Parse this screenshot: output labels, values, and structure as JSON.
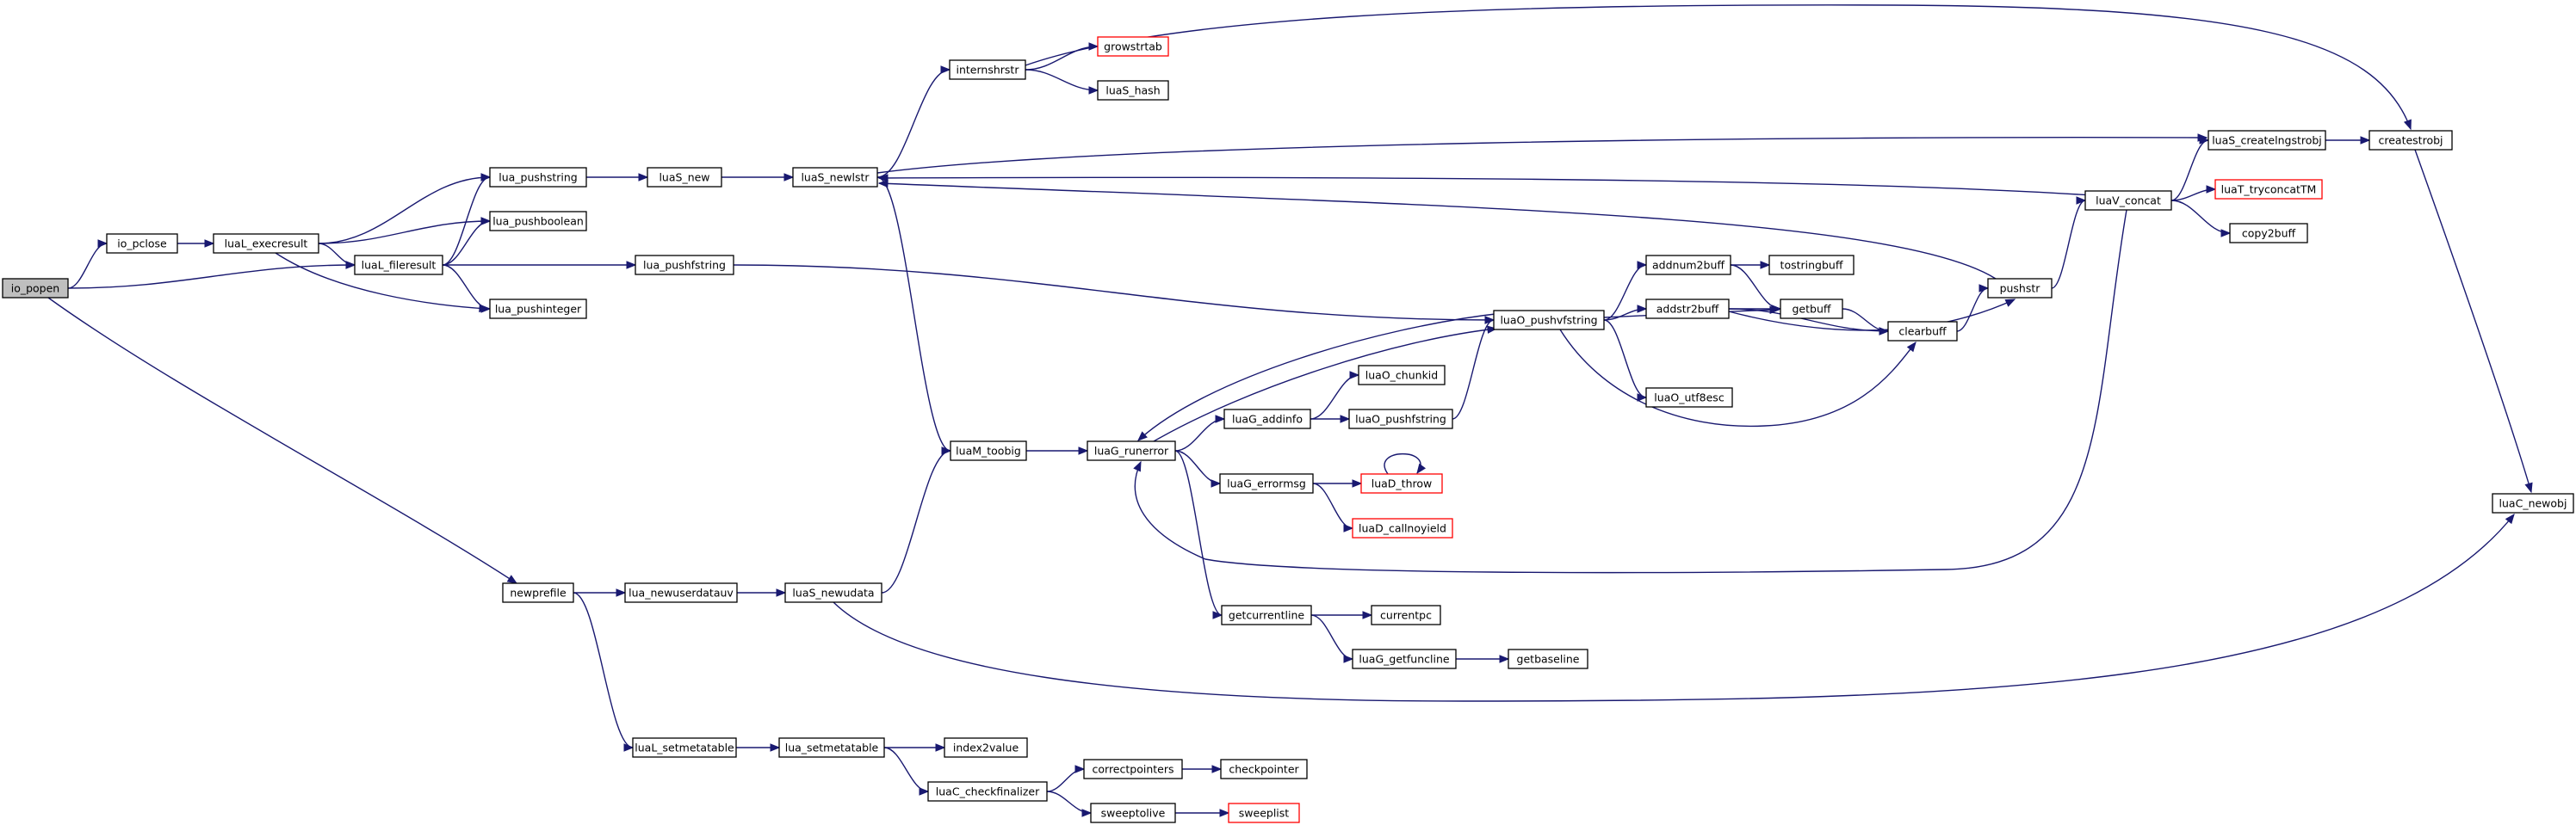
{
  "graph": {
    "colors": {
      "edge": "#191970",
      "box_border": "#000000",
      "truncated_border": "#ff0000",
      "root_fill": "#bfbfbf"
    },
    "nodes": [
      {
        "id": "io_popen",
        "label": "io_popen",
        "root": true
      },
      {
        "id": "io_pclose",
        "label": "io_pclose"
      },
      {
        "id": "luaL_execresult",
        "label": "luaL_execresult"
      },
      {
        "id": "luaL_fileresult",
        "label": "luaL_fileresult"
      },
      {
        "id": "lua_pushstring",
        "label": "lua_pushstring"
      },
      {
        "id": "lua_pushboolean",
        "label": "lua_pushboolean"
      },
      {
        "id": "lua_pushinteger",
        "label": "lua_pushinteger"
      },
      {
        "id": "lua_pushfstring",
        "label": "lua_pushfstring"
      },
      {
        "id": "luaS_new",
        "label": "luaS_new"
      },
      {
        "id": "luaS_newlstr",
        "label": "luaS_newlstr"
      },
      {
        "id": "internshrstr",
        "label": "internshrstr"
      },
      {
        "id": "growstrtab",
        "label": "growstrtab",
        "truncated": true
      },
      {
        "id": "luaS_hash",
        "label": "luaS_hash"
      },
      {
        "id": "luaS_createlngstrobj",
        "label": "luaS_createlngstrobj"
      },
      {
        "id": "createstrobj",
        "label": "createstrobj"
      },
      {
        "id": "luaC_newobj",
        "label": "luaC_newobj"
      },
      {
        "id": "luaV_concat",
        "label": "luaV_concat"
      },
      {
        "id": "luaT_tryconcatTM",
        "label": "luaT_tryconcatTM",
        "truncated": true
      },
      {
        "id": "copy2buff",
        "label": "copy2buff"
      },
      {
        "id": "pushstr",
        "label": "pushstr"
      },
      {
        "id": "clearbuff",
        "label": "clearbuff"
      },
      {
        "id": "getbuff",
        "label": "getbuff"
      },
      {
        "id": "tostringbuff",
        "label": "tostringbuff"
      },
      {
        "id": "addnum2buff",
        "label": "addnum2buff"
      },
      {
        "id": "addstr2buff",
        "label": "addstr2buff"
      },
      {
        "id": "luaO_utf8esc",
        "label": "luaO_utf8esc"
      },
      {
        "id": "luaO_pushvfstring",
        "label": "luaO_pushvfstring"
      },
      {
        "id": "luaO_chunkid",
        "label": "luaO_chunkid"
      },
      {
        "id": "luaO_pushfstring",
        "label": "luaO_pushfstring"
      },
      {
        "id": "luaG_addinfo",
        "label": "luaG_addinfo"
      },
      {
        "id": "luaG_runerror",
        "label": "luaG_runerror"
      },
      {
        "id": "luaM_toobig",
        "label": "luaM_toobig"
      },
      {
        "id": "luaG_errormsg",
        "label": "luaG_errormsg"
      },
      {
        "id": "luaD_throw",
        "label": "luaD_throw",
        "truncated": true
      },
      {
        "id": "luaD_callnoyield",
        "label": "luaD_callnoyield",
        "truncated": true
      },
      {
        "id": "getcurrentline",
        "label": "getcurrentline"
      },
      {
        "id": "currentpc",
        "label": "currentpc"
      },
      {
        "id": "luaG_getfuncline",
        "label": "luaG_getfuncline"
      },
      {
        "id": "getbaseline",
        "label": "getbaseline"
      },
      {
        "id": "newprefile",
        "label": "newprefile"
      },
      {
        "id": "lua_newuserdatauv",
        "label": "lua_newuserdatauv"
      },
      {
        "id": "luaS_newudata",
        "label": "luaS_newudata"
      },
      {
        "id": "luaL_setmetatable",
        "label": "luaL_setmetatable"
      },
      {
        "id": "lua_setmetatable",
        "label": "lua_setmetatable"
      },
      {
        "id": "index2value",
        "label": "index2value"
      },
      {
        "id": "luaC_checkfinalizer",
        "label": "luaC_checkfinalizer"
      },
      {
        "id": "correctpointers",
        "label": "correctpointers"
      },
      {
        "id": "checkpointer",
        "label": "checkpointer"
      },
      {
        "id": "sweeptolive",
        "label": "sweeptolive"
      },
      {
        "id": "sweeplist",
        "label": "sweeplist",
        "truncated": true
      }
    ],
    "edges": [
      [
        "io_popen",
        "io_pclose"
      ],
      [
        "io_popen",
        "luaL_fileresult"
      ],
      [
        "io_popen",
        "newprefile"
      ],
      [
        "io_pclose",
        "luaL_execresult"
      ],
      [
        "luaL_execresult",
        "lua_pushstring"
      ],
      [
        "luaL_execresult",
        "lua_pushboolean"
      ],
      [
        "luaL_execresult",
        "luaL_fileresult"
      ],
      [
        "luaL_execresult",
        "lua_pushinteger"
      ],
      [
        "luaL_fileresult",
        "lua_pushstring"
      ],
      [
        "luaL_fileresult",
        "lua_pushboolean"
      ],
      [
        "luaL_fileresult",
        "lua_pushinteger"
      ],
      [
        "luaL_fileresult",
        "lua_pushfstring"
      ],
      [
        "lua_pushstring",
        "luaS_new"
      ],
      [
        "luaS_new",
        "luaS_newlstr"
      ],
      [
        "luaS_newlstr",
        "internshrstr"
      ],
      [
        "luaS_newlstr",
        "luaS_createlngstrobj"
      ],
      [
        "luaS_newlstr",
        "luaM_toobig"
      ],
      [
        "internshrstr",
        "growstrtab"
      ],
      [
        "internshrstr",
        "luaS_hash"
      ],
      [
        "internshrstr",
        "createstrobj"
      ],
      [
        "luaS_createlngstrobj",
        "createstrobj"
      ],
      [
        "createstrobj",
        "luaC_newobj"
      ],
      [
        "lua_pushfstring",
        "luaO_pushvfstring"
      ],
      [
        "luaO_pushvfstring",
        "addnum2buff"
      ],
      [
        "luaO_pushvfstring",
        "getbuff"
      ],
      [
        "luaO_pushvfstring",
        "addstr2buff"
      ],
      [
        "luaO_pushvfstring",
        "luaO_utf8esc"
      ],
      [
        "luaO_pushvfstring",
        "clearbuff"
      ],
      [
        "luaO_pushvfstring",
        "luaG_runerror"
      ],
      [
        "addnum2buff",
        "tostringbuff"
      ],
      [
        "addnum2buff",
        "getbuff"
      ],
      [
        "addstr2buff",
        "getbuff"
      ],
      [
        "addstr2buff",
        "clearbuff"
      ],
      [
        "addstr2buff",
        "pushstr"
      ],
      [
        "getbuff",
        "clearbuff"
      ],
      [
        "clearbuff",
        "pushstr"
      ],
      [
        "pushstr",
        "luaS_newlstr"
      ],
      [
        "pushstr",
        "luaV_concat"
      ],
      [
        "luaV_concat",
        "luaS_createlngstrobj"
      ],
      [
        "luaV_concat",
        "luaS_newlstr"
      ],
      [
        "luaV_concat",
        "luaT_tryconcatTM"
      ],
      [
        "luaV_concat",
        "copy2buff"
      ],
      [
        "luaV_concat",
        "luaG_runerror"
      ],
      [
        "luaM_toobig",
        "luaG_runerror"
      ],
      [
        "luaG_runerror",
        "luaO_pushvfstring"
      ],
      [
        "luaG_runerror",
        "luaG_addinfo"
      ],
      [
        "luaG_runerror",
        "luaG_errormsg"
      ],
      [
        "luaG_runerror",
        "getcurrentline"
      ],
      [
        "luaG_addinfo",
        "luaO_chunkid"
      ],
      [
        "luaG_addinfo",
        "luaO_pushfstring"
      ],
      [
        "luaO_pushfstring",
        "luaO_pushvfstring"
      ],
      [
        "luaG_errormsg",
        "luaD_throw"
      ],
      [
        "luaG_errormsg",
        "luaD_callnoyield"
      ],
      [
        "luaD_throw",
        "luaD_throw"
      ],
      [
        "getcurrentline",
        "currentpc"
      ],
      [
        "getcurrentline",
        "luaG_getfuncline"
      ],
      [
        "luaG_getfuncline",
        "getbaseline"
      ],
      [
        "newprefile",
        "lua_newuserdatauv"
      ],
      [
        "newprefile",
        "luaL_setmetatable"
      ],
      [
        "lua_newuserdatauv",
        "luaS_newudata"
      ],
      [
        "luaS_newudata",
        "luaM_toobig"
      ],
      [
        "luaS_newudata",
        "luaC_newobj"
      ],
      [
        "luaL_setmetatable",
        "lua_setmetatable"
      ],
      [
        "lua_setmetatable",
        "index2value"
      ],
      [
        "lua_setmetatable",
        "luaC_checkfinalizer"
      ],
      [
        "luaC_checkfinalizer",
        "correctpointers"
      ],
      [
        "luaC_checkfinalizer",
        "sweeptolive"
      ],
      [
        "correctpointers",
        "checkpointer"
      ],
      [
        "sweeptolive",
        "sweeplist"
      ]
    ]
  }
}
